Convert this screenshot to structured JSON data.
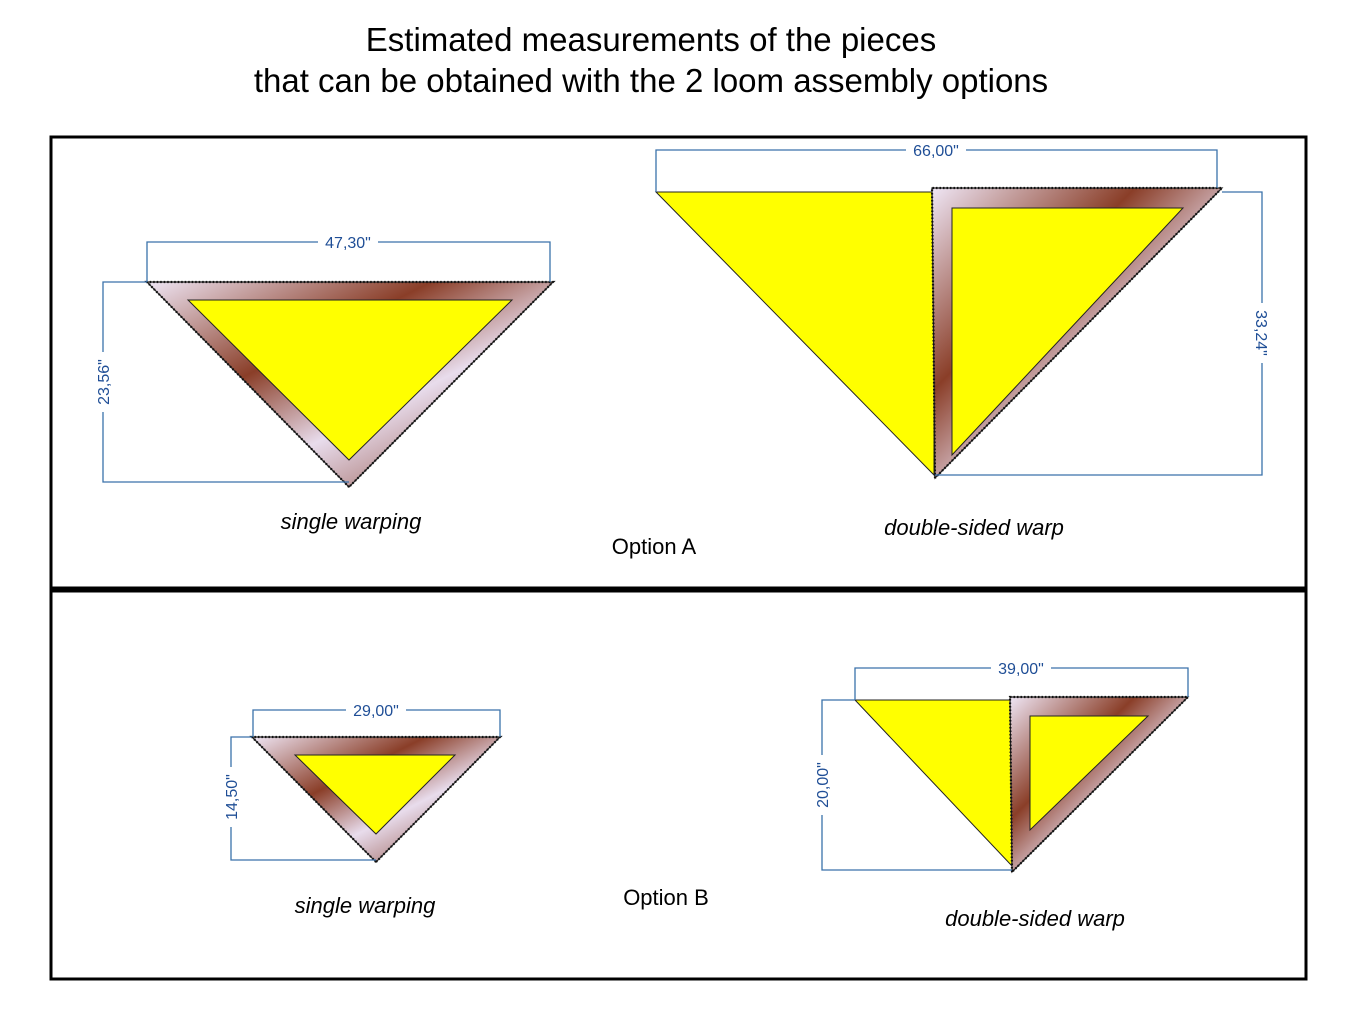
{
  "title": {
    "line1": "Estimated measurements of the pieces",
    "line2": "that can be obtained with the 2 loom assembly options"
  },
  "option_a": {
    "label": "Option A",
    "single": {
      "caption": "single warping",
      "width": "47,30\"",
      "height": "23,56\""
    },
    "double": {
      "caption": "double-sided warp",
      "width": "66,00\"",
      "height": "33,24\""
    }
  },
  "option_b": {
    "label": "Option B",
    "single": {
      "caption": "single warping",
      "width": "29,00\"",
      "height": "14,50\""
    },
    "double": {
      "caption": "double-sided warp",
      "width": "39,00\"",
      "height": "20,00\""
    }
  },
  "colors": {
    "piece": "#ffff00",
    "dimension": "#1f4e96",
    "frame_dark": "#7a2e1a",
    "frame_light": "#efe6f5"
  }
}
